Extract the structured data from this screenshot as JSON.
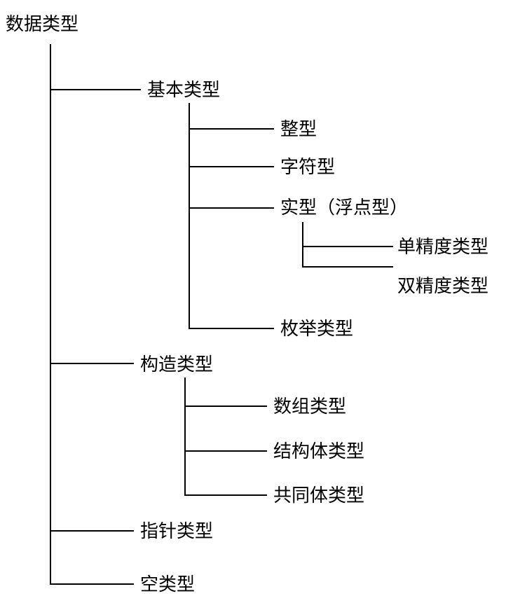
{
  "diagram": {
    "root": "数据类型",
    "basic": {
      "label": "基本类型",
      "int": "整型",
      "char": "字符型",
      "real": "实型（浮点型）",
      "single": "单精度类型",
      "double": "双精度类型",
      "enum": "枚举类型"
    },
    "construct": {
      "label": "构造类型",
      "array": "数组类型",
      "struct": "结构体类型",
      "union": "共同体类型"
    },
    "pointer": "指针类型",
    "void": "空类型"
  },
  "colors": {
    "line": "#000000",
    "text": "#000000",
    "background": "#ffffff"
  }
}
